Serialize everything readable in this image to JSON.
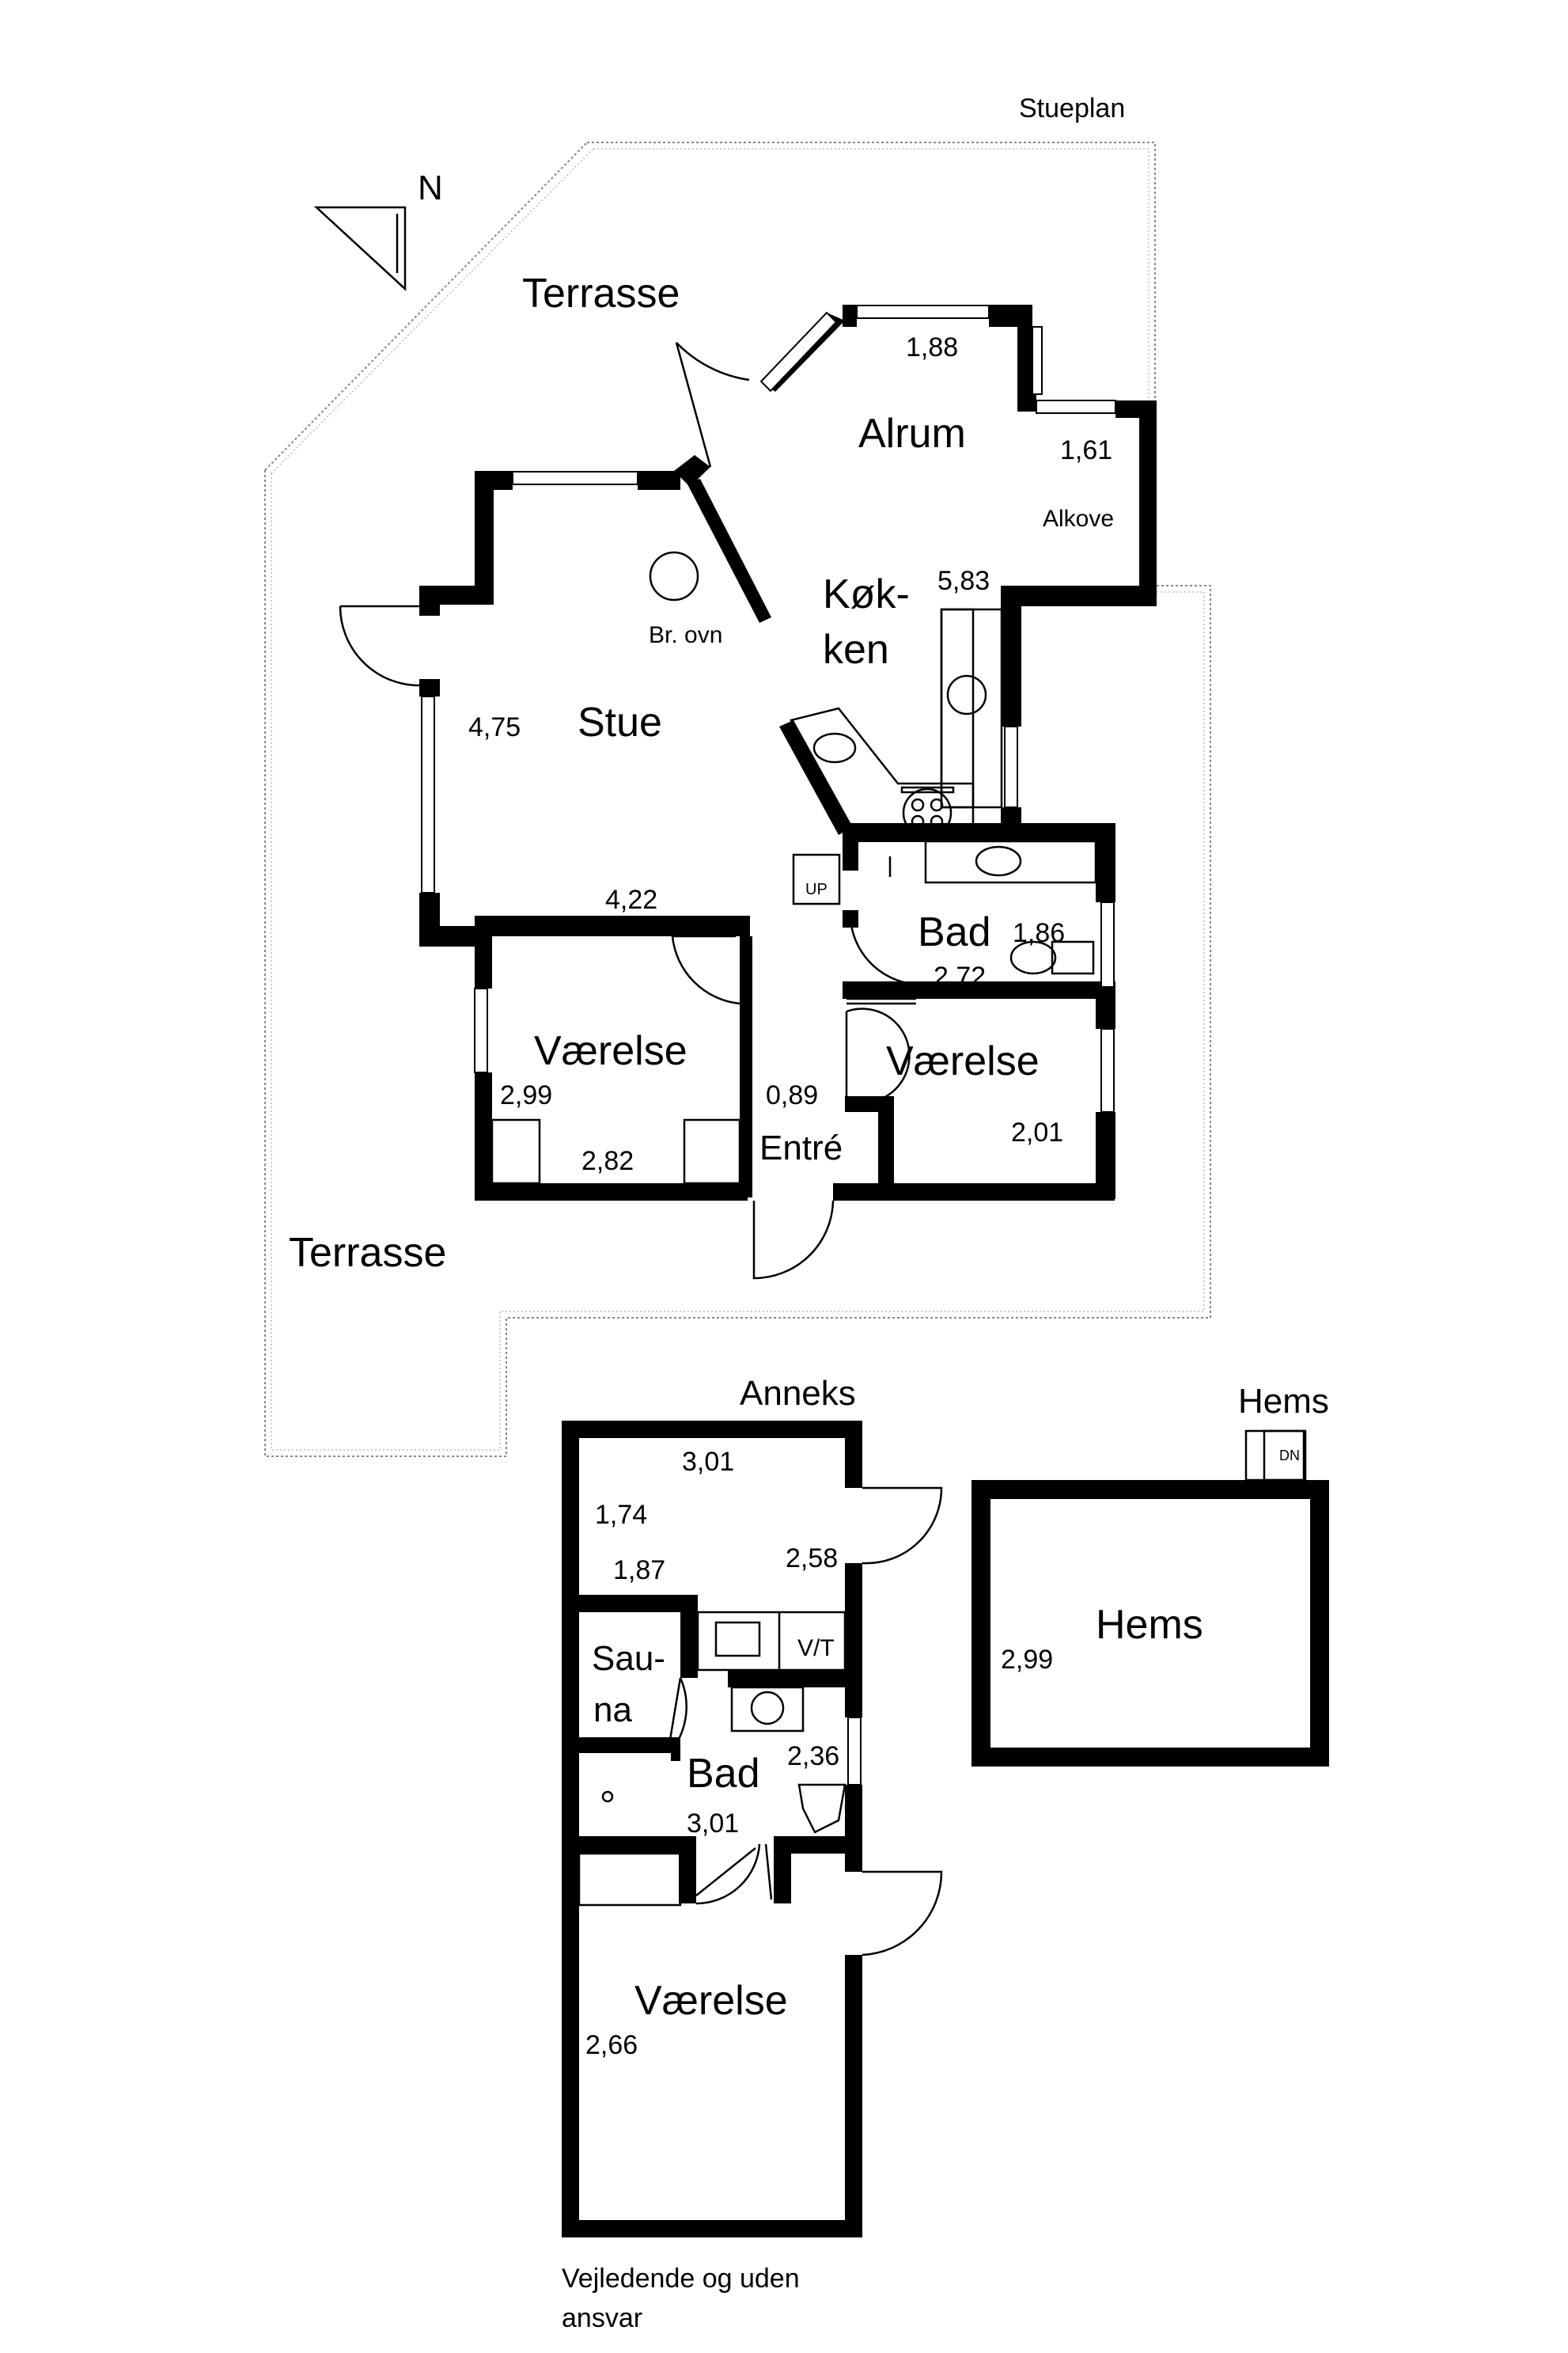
{
  "labels": {
    "stueplan": "Stueplan",
    "north": "N",
    "terrasse_top": "Terrasse",
    "terrasse_bottom": "Terrasse",
    "alrum": "Alrum",
    "alkove": "Alkove",
    "koekken_1": "Køk-",
    "koekken_2": "ken",
    "br_ovn": "Br. ovn",
    "stue": "Stue",
    "bad_main": "Bad",
    "vaerelse_left": "Værelse",
    "vaerelse_right": "Værelse",
    "entre": "Entré",
    "up": "UP",
    "anneks": "Anneks",
    "hems_title": "Hems",
    "hems_room": "Hems",
    "dn": "DN",
    "sauna_1": "Sau-",
    "sauna_2": "na",
    "vt": "V/T",
    "bad_anneks": "Bad",
    "vaerelse_anneks": "Værelse",
    "disclaimer_1": "Vejledende og uden",
    "disclaimer_2": "ansvar"
  },
  "dimensions": {
    "alrum_width": "1,88",
    "alkove_width": "1,61",
    "koekken_len": "5,83",
    "stue_depth": "4,75",
    "stue_width": "4,22",
    "bad_width": "1,86",
    "bad_len": "2,72",
    "vaerelse_left_depth": "2,99",
    "vaerelse_left_width": "2,82",
    "entre_width": "0,89",
    "vaerelse_right_depth": "2,01",
    "anneks_width": "3,01",
    "anneks_a": "1,74",
    "anneks_b": "1,87",
    "anneks_c": "2,58",
    "hems_depth": "2,99",
    "anneks_bad_a": "2,36",
    "anneks_bad_b": "3,01",
    "anneks_vaerelse": "2,66"
  }
}
